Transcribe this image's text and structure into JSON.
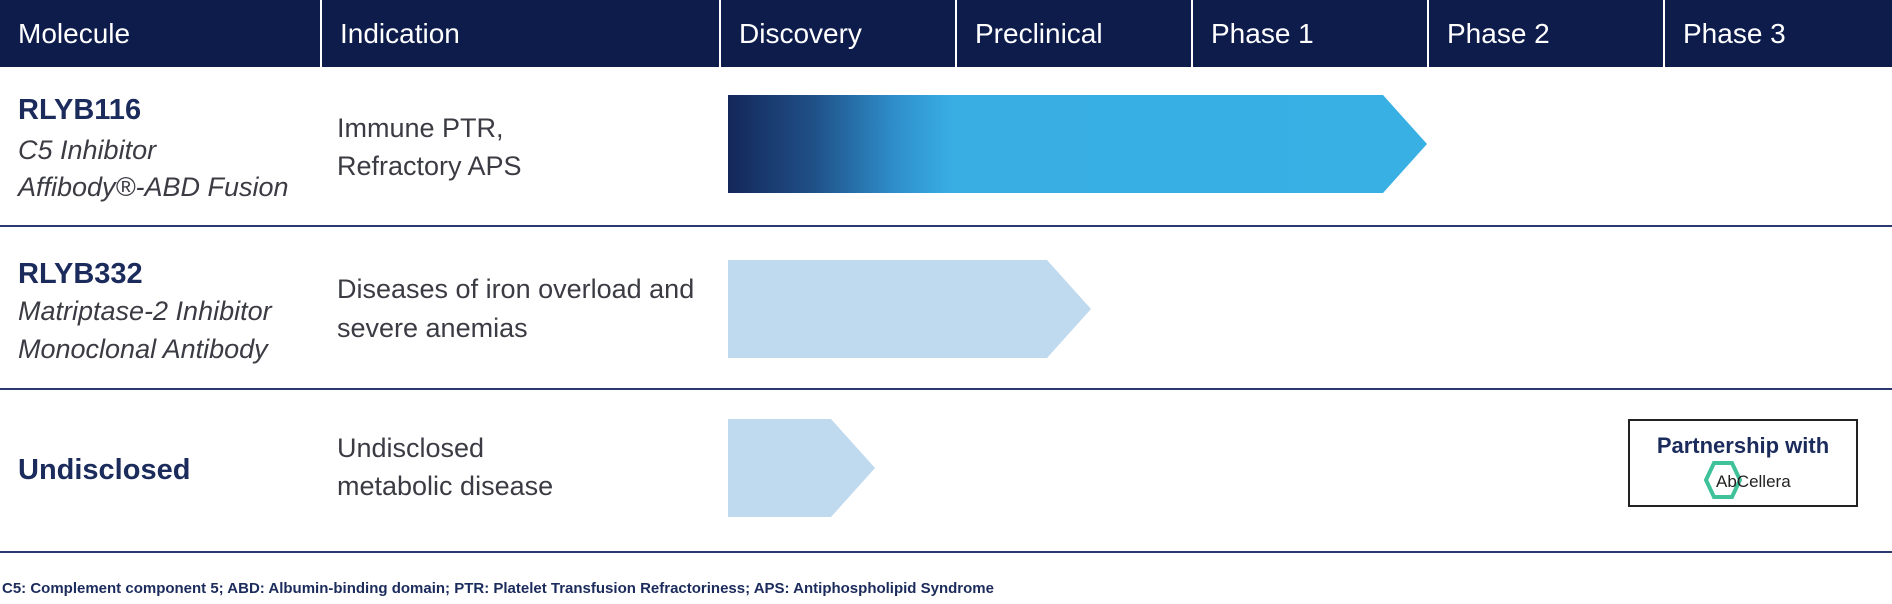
{
  "header": {
    "columns": [
      "Molecule",
      "Indication",
      "Discovery",
      "Preclinical",
      "Phase 1",
      "Phase 2",
      "Phase 3"
    ]
  },
  "rows": [
    {
      "name": "RLYB116",
      "subtitle_1": "C5 Inhibitor",
      "subtitle_2": "Affibody®-ABD Fusion",
      "indication_1": "Immune PTR,",
      "indication_2": "Refractory APS",
      "progress_stage": "Phase 1"
    },
    {
      "name": "RLYB332",
      "subtitle_1": "Matriptase-2 Inhibitor",
      "subtitle_2": "Monoclonal Antibody",
      "indication_1": "Diseases of iron overload and",
      "indication_2": "severe anemias",
      "progress_stage": "Preclinical"
    },
    {
      "name": "Undisclosed",
      "indication_1": "Undisclosed",
      "indication_2": "metabolic disease",
      "progress_stage": "Discovery"
    }
  ],
  "partnership": {
    "title": "Partnership with",
    "logo_text": "AbCellera",
    "logo_color": "#3fc29a"
  },
  "footnote": "C5: Complement component 5; ABD: Albumin-binding domain; PTR: Platelet Transfusion Refractoriness; APS: Antiphospholipid Syndrome",
  "colors": {
    "header_bg": "#0e1c4c",
    "bar_dark": "#14275a",
    "bar_bright": "#38b0e4",
    "bar_light": "#bfd9ef",
    "text_primary": "#1b2b5c"
  }
}
